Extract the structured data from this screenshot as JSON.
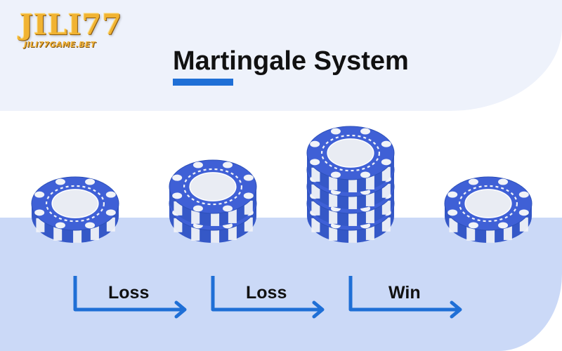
{
  "brand": {
    "logo_text": "JILI77",
    "logo_subtext": "JILI77GAME.BET"
  },
  "header": {
    "title": "Martingale System"
  },
  "colors": {
    "accent": "#1f6fd6",
    "chip_blue": "#3f60d6",
    "chip_white": "#f1f3f8",
    "band_light": "#eef2fb",
    "band_blue": "#cbd9f7"
  },
  "stacks": [
    {
      "name": "initial-bet",
      "chips": 1
    },
    {
      "name": "after-first-loss",
      "chips": 2
    },
    {
      "name": "after-second-loss",
      "chips": 4
    },
    {
      "name": "after-win",
      "chips": 1
    }
  ],
  "steps": [
    {
      "label": "Loss",
      "icon": "arrow-right-icon"
    },
    {
      "label": "Loss",
      "icon": "arrow-right-icon"
    },
    {
      "label": "Win",
      "icon": "arrow-right-icon"
    }
  ]
}
